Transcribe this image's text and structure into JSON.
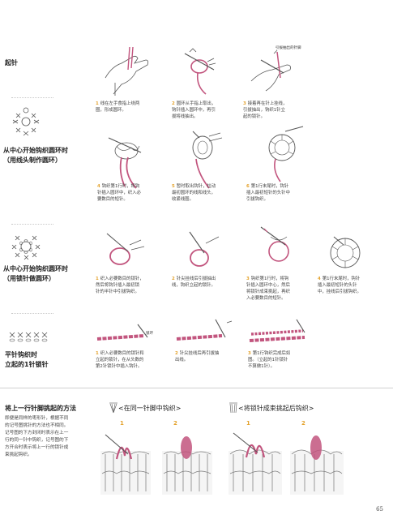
{
  "sections": {
    "s1": {
      "title": "起针"
    },
    "s2": {
      "title_line1": "从中心开始钩织圆环时",
      "title_line2": "（用线头制作圆环）"
    },
    "s3": {
      "title_line1": "从中心开始钩织圆环时",
      "title_line2": "（用锁针做圆环）"
    },
    "s4": {
      "title_line1": "平针钩织时",
      "title_line2": "立起的1针锁针"
    },
    "s5": {
      "title": "将上一行针脚挑起的方法",
      "desc": [
        "即便是同样的枣形针，根据不同",
        "的记号图挑针的方法也不相同。",
        "记号图的下方封闭时表示在上一",
        "行的同一针中钩织，记号图的下",
        "方开合时表示将上一行的锁针成",
        "束挑起钩织。"
      ],
      "left_subtitle": "<在同一针脚中钩织>",
      "right_subtitle": "<将锁针成束挑起后钩织>",
      "nums": [
        "1",
        "2",
        "1",
        "2"
      ]
    }
  },
  "labels": {
    "pull_yarn": "引拔抽出的针脚",
    "chain": "锁环"
  },
  "steps": {
    "r1": [
      {
        "num": "1",
        "lines": [
          "线在左手食指上绕两",
          "圈，形成圆环。"
        ]
      },
      {
        "num": "2",
        "lines": [
          "圆环从手指上取出，",
          "钩针插入圆环中，再引",
          "拔将线抽出。"
        ]
      },
      {
        "num": "3",
        "lines": [
          "接着再在针上挂线，",
          "引拔抽出，钩织1针立",
          "起的锁针。"
        ]
      }
    ],
    "r2": [
      {
        "num": "4",
        "lines": [
          "钩织第1行时，将钩",
          "针插入圆环中，织入必",
          "要数目的短针。"
        ]
      },
      {
        "num": "5",
        "lines": [
          "暂时取出钩针，拉动",
          "最初圆环的线和线头，",
          "收紧线圈。"
        ]
      },
      {
        "num": "6",
        "lines": [
          "第1行末尾时，钩针",
          "插入最初短针的头针中",
          "引拔钩织。"
        ]
      }
    ],
    "r3": [
      {
        "num": "1",
        "lines": [
          "织入必要数目的锁针，",
          "然后将钩针插入最初锁",
          "针的半针中引拔钩织。"
        ]
      },
      {
        "num": "2",
        "lines": [
          "针尖挂线后引拔抽出",
          "线，钩织立起的锁针。"
        ]
      },
      {
        "num": "3",
        "lines": [
          "钩织第1行时，将钩",
          "针插入圆环中心，然后",
          "将锁针成束挑起，再织",
          "入必要数目的短针。"
        ]
      },
      {
        "num": "4",
        "lines": [
          "第1行末尾时，钩针",
          "插入最初短针的头针",
          "中，挂线后引拔钩织。"
        ]
      }
    ],
    "r4": [
      {
        "num": "1",
        "lines": [
          "织入必要数目的锁针和",
          "立起的锁针，在从头数的",
          "第2针锁针中插入钩针。"
        ]
      },
      {
        "num": "2",
        "lines": [
          "针尖挂线后再引拔抽",
          "出线。"
        ]
      },
      {
        "num": "3",
        "lines": [
          "第1行钩织完成后如",
          "图。（立起的1针锁针",
          "不算做1针）。"
        ]
      }
    ]
  },
  "page_number": "65",
  "colors": {
    "yarn": "#c2557e",
    "accent": "#e4a22c",
    "line": "#555555"
  }
}
